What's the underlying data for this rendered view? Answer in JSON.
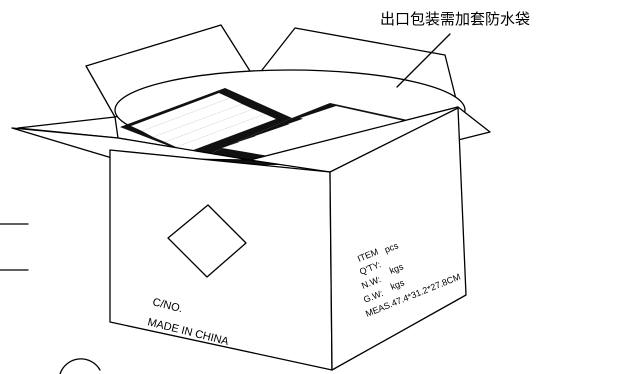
{
  "callout": {
    "text": "出口包装需加套防水袋"
  },
  "front": {
    "carton_no": "C/NO.",
    "origin": "MADE  IN  CHINA"
  },
  "side": {
    "item": "ITEM",
    "item_unit": "pcs",
    "qty": "Q'TY:",
    "nw": "N.W:",
    "nw_unit": "kgs",
    "gw": "G.W:",
    "gw_unit": "kgs",
    "meas": "MEAS.47.4*31.2*27.8CM"
  }
}
